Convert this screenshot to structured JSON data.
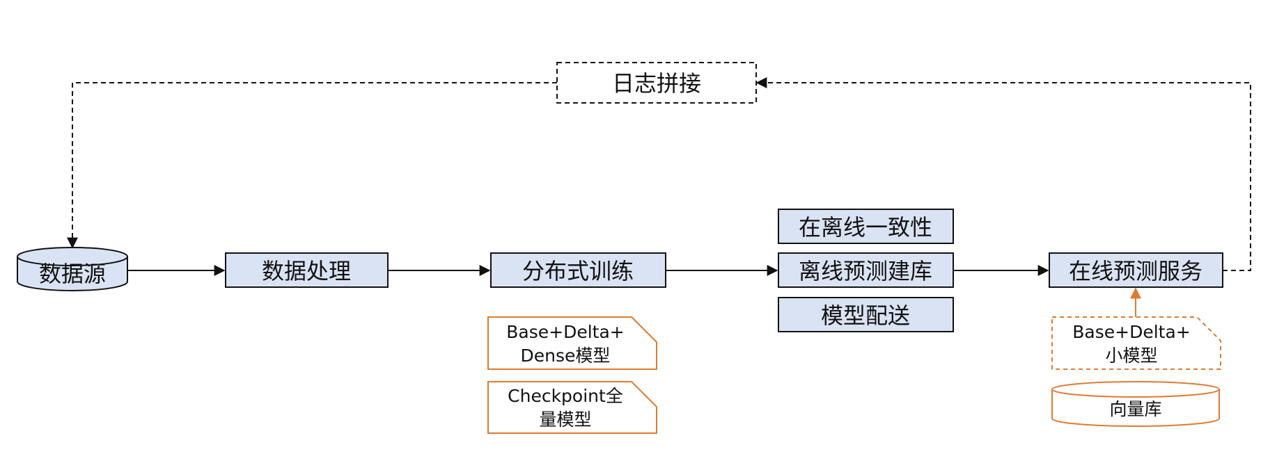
{
  "diagram": {
    "colors": {
      "box_fill": "#dae3f3",
      "box_stroke": "#111111",
      "note_stroke": "#e07b2f",
      "arrow": "#111111",
      "highlight_arrow": "#e07b2f"
    },
    "nodes": {
      "data_source": "数据源",
      "data_processing": "数据处理",
      "distributed_training": "分布式训练",
      "online_offline_consistency": "在离线一致性",
      "offline_prediction_index": "离线预测建库",
      "model_distribution": "模型配送",
      "online_prediction_service": "在线预测服务",
      "log_join": "日志拼接"
    },
    "notes": {
      "base_delta_dense_line1": "Base+Delta+",
      "base_delta_dense_line2": "Dense模型",
      "checkpoint_line1": "Checkpoint全",
      "checkpoint_line2": "量模型",
      "base_delta_small_line1": "Base+Delta+",
      "base_delta_small_line2": "小模型",
      "vector_db": "向量库"
    }
  }
}
